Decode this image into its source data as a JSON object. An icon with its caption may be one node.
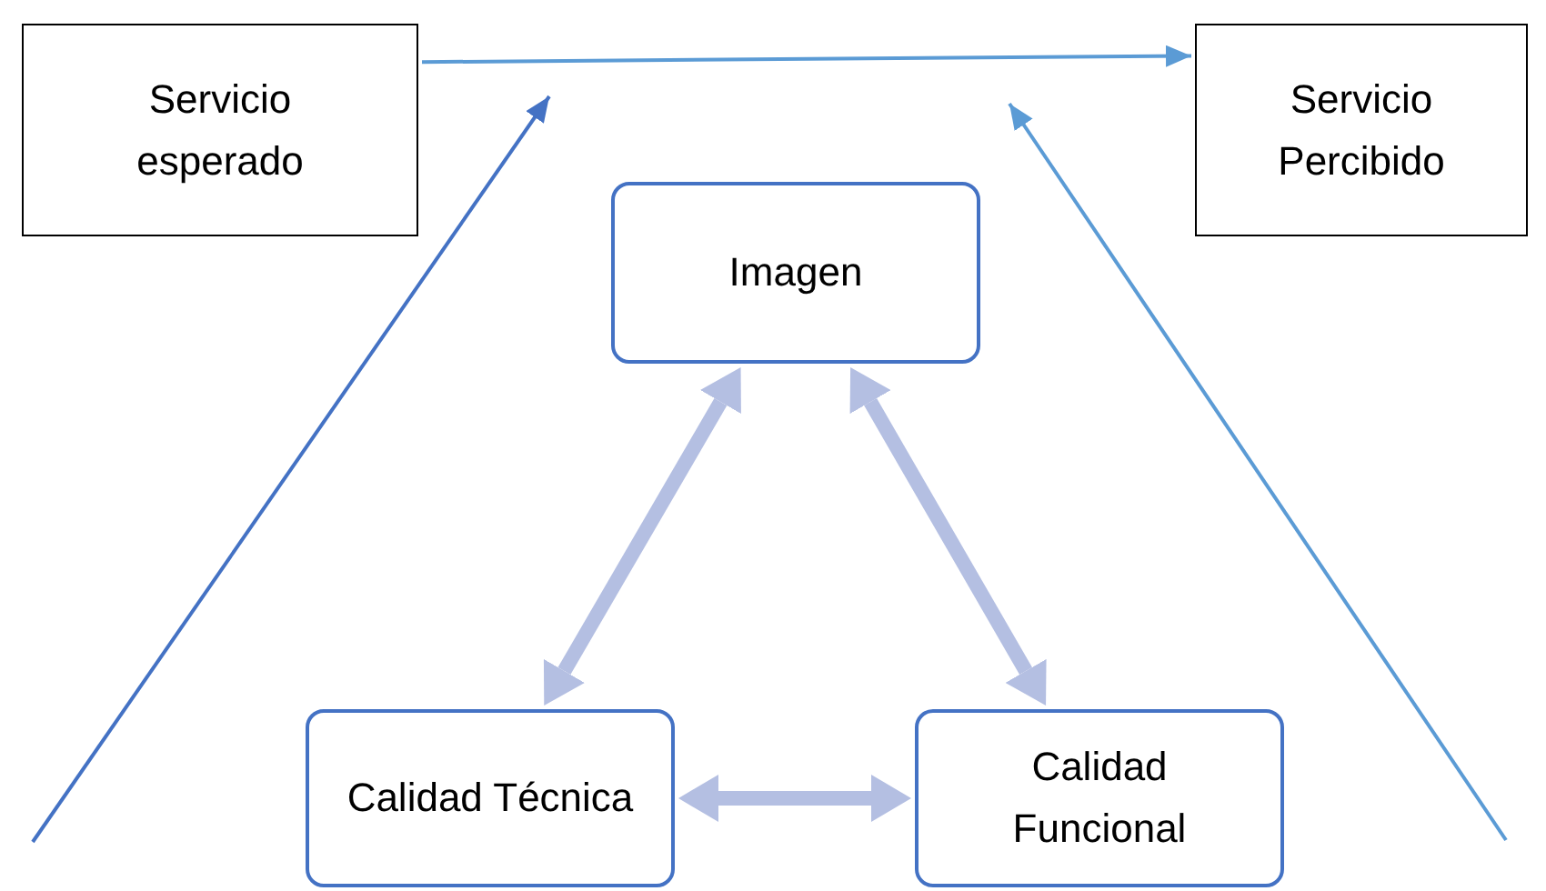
{
  "diagram": {
    "nodes": [
      {
        "text": [
          "Servicio esperado"
        ]
      },
      {
        "text": [
          "Servicio Percibido"
        ]
      },
      {
        "text": [
          "Imagen"
        ]
      },
      {
        "text": [
          "Calidad Técnica"
        ]
      },
      {
        "text": [
          "Calidad Funcional"
        ]
      }
    ],
    "edges": [
      {
        "from": 0,
        "to": 1,
        "arrow": "to",
        "color": "#5b9bd5"
      },
      {
        "from": 2,
        "to": 3,
        "arrow": "both"
      },
      {
        "from": 2,
        "to": 4,
        "arrow": "both"
      },
      {
        "from": 3,
        "to": 4,
        "arrow": "both"
      }
    ]
  }
}
